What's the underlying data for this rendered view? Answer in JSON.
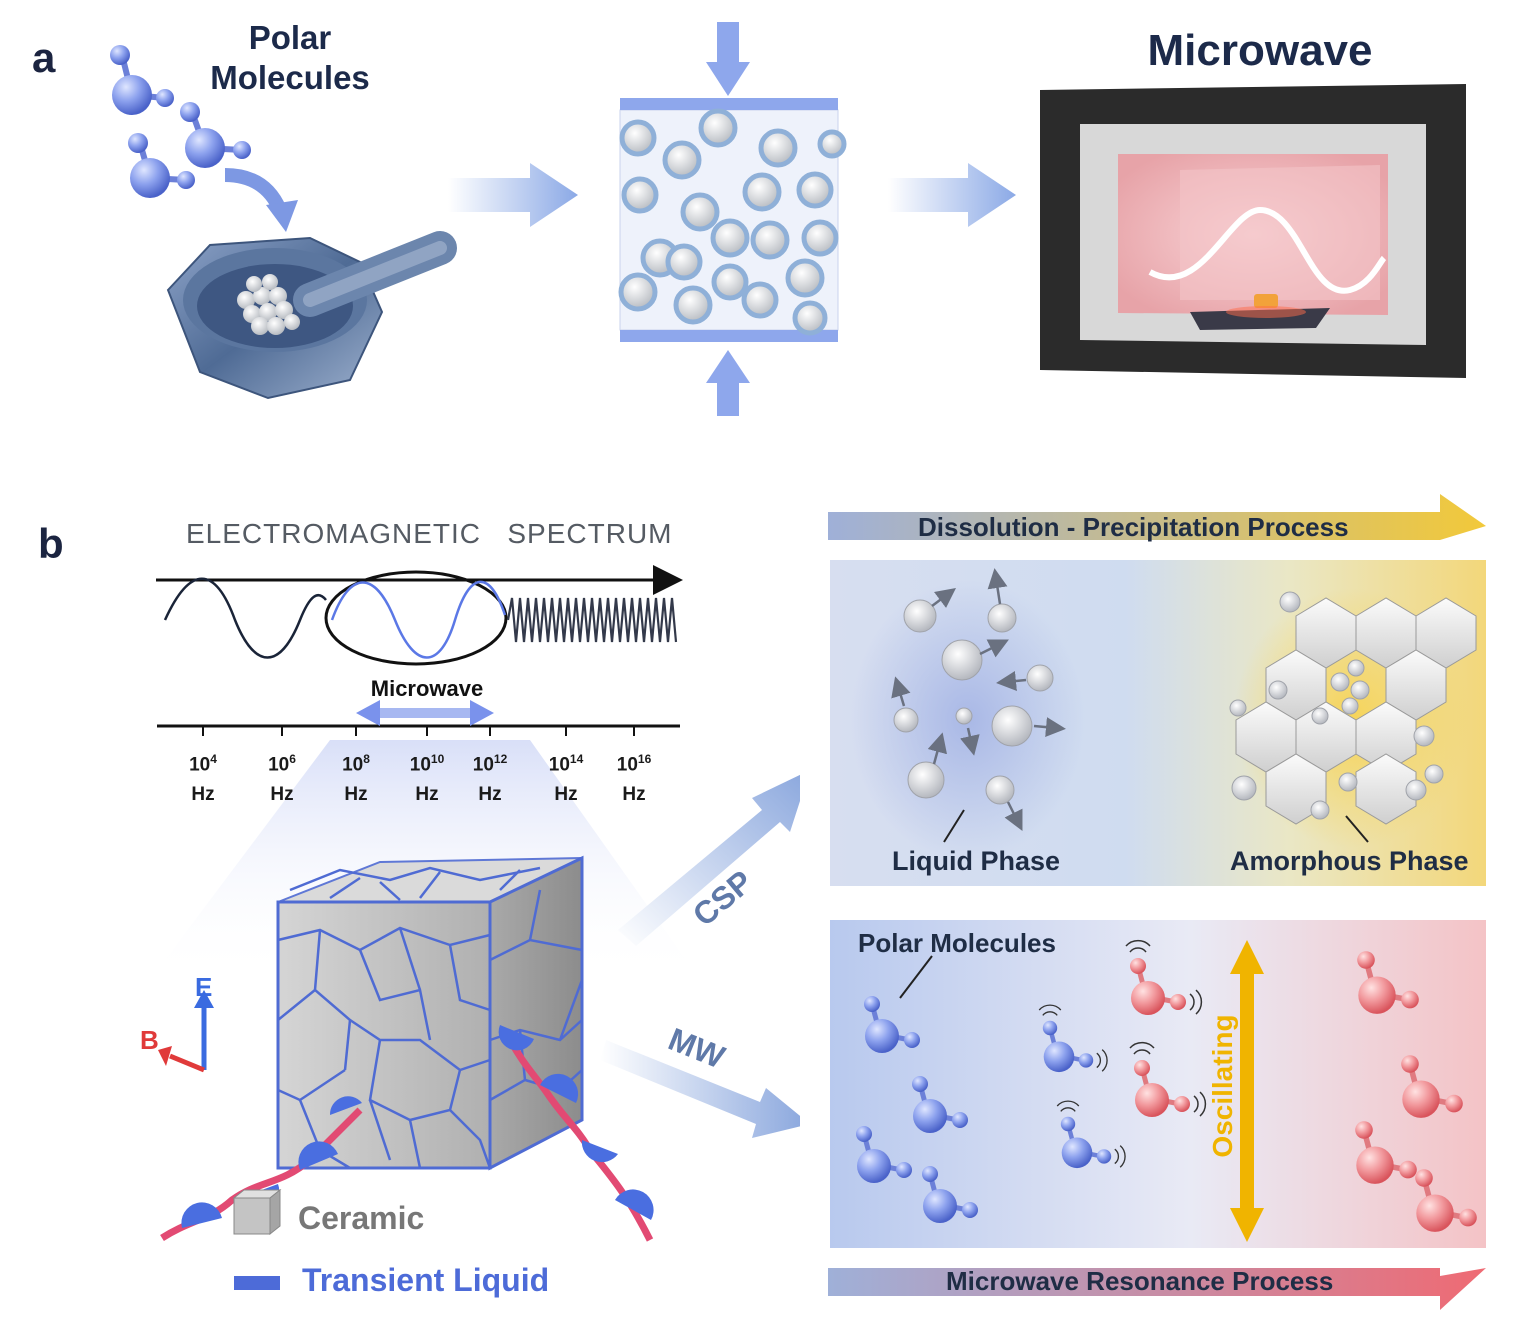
{
  "panel_a": {
    "letter": "a",
    "polar_molecules_line1": "Polar",
    "polar_molecules_line2": "Molecules",
    "microwave_title": "Microwave"
  },
  "panel_b": {
    "letter": "b",
    "spectrum_title": "ELECTROMAGNETIC   SPECTRUM",
    "microwave_band_label": "Microwave",
    "frequency_ticks": [
      {
        "base": "10",
        "exp": "4",
        "unit": "Hz"
      },
      {
        "base": "10",
        "exp": "6",
        "unit": "Hz"
      },
      {
        "base": "10",
        "exp": "8",
        "unit": "Hz"
      },
      {
        "base": "10",
        "exp": "10",
        "unit": "Hz"
      },
      {
        "base": "10",
        "exp": "12",
        "unit": "Hz"
      },
      {
        "base": "10",
        "exp": "14",
        "unit": "Hz"
      },
      {
        "base": "10",
        "exp": "16",
        "unit": "Hz"
      }
    ],
    "axis_e": "E",
    "axis_b": "B",
    "arrow_csp": "CSP",
    "arrow_mw": "MW",
    "legend_ceramic": "Ceramic",
    "legend_transient_liquid": "Transient Liquid",
    "banner_top": "Dissolution - Precipitation Process",
    "liquid_phase": "Liquid Phase",
    "amorphous_phase": "Amorphous Phase",
    "polar_molecules": "Polar Molecules",
    "oscillating": "Oscillating",
    "banner_bottom": "Microwave Resonance Process"
  },
  "colors": {
    "navy_text": "#1c2a4a",
    "blue_accent": "#6d88e0",
    "red_accent": "#e25a62",
    "gold": "#f0b400"
  }
}
